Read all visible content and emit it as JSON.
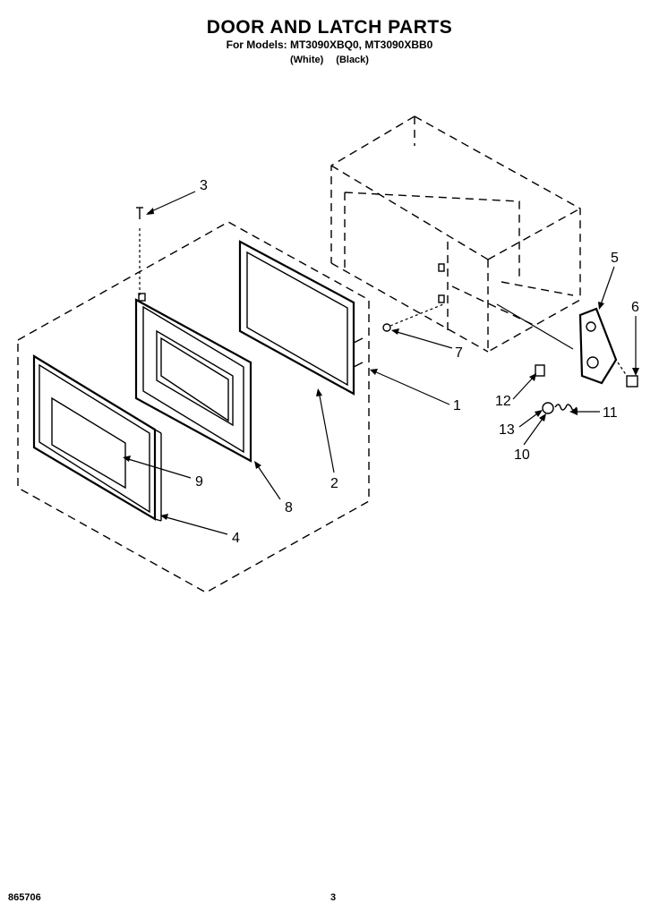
{
  "header": {
    "title": "DOOR AND LATCH PARTS",
    "subtitle": "For Models: MT3090XBQ0, MT3090XBB0",
    "color_white": "(White)",
    "color_black": "(Black)"
  },
  "callouts": {
    "c1": "1",
    "c2": "2",
    "c3": "3",
    "c4": "4",
    "c5": "5",
    "c6": "6",
    "c7": "7",
    "c8": "8",
    "c9": "9",
    "c10": "10",
    "c11": "11",
    "c12": "12",
    "c13": "13"
  },
  "footer": {
    "code": "865706",
    "page": "3"
  }
}
